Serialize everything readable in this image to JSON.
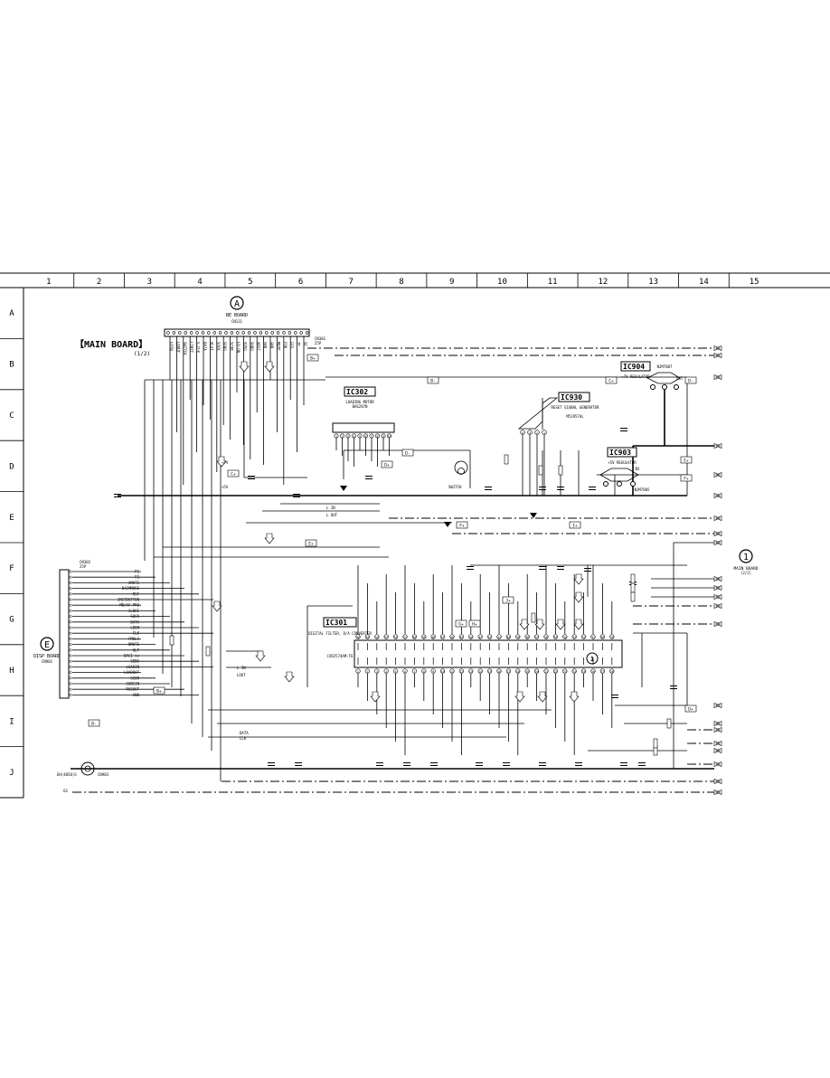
{
  "grid": {
    "columns": [
      "1",
      "2",
      "3",
      "4",
      "5",
      "6",
      "7",
      "8",
      "9",
      "10",
      "11",
      "12",
      "13",
      "14",
      "15"
    ],
    "rows": [
      "A",
      "B",
      "C",
      "D",
      "E",
      "F",
      "G",
      "H",
      "I",
      "J"
    ]
  },
  "board_title": "【MAIN BOARD】",
  "board_page": "(1/2)",
  "ics": [
    {
      "ref": "IC302",
      "function": "LOADING MOTOR",
      "part": "BA6287N"
    },
    {
      "ref": "IC301",
      "function": "DIGITAL FILTER, D/A CONVERTER",
      "part": "CXD2574AM-T6"
    },
    {
      "ref": "IC930",
      "function": "RESET SIGNAL GENERATOR",
      "part": "M51957AL"
    },
    {
      "ref": "IC904",
      "function": "+7V REGULATOR",
      "part": "NJM7807"
    },
    {
      "ref": "IC903",
      "function": "+5V REGULATOR",
      "part": "NJM7805"
    }
  ],
  "connectors": {
    "be": {
      "letter": "A",
      "board": "BE BOARD",
      "conn": "CN131",
      "ref": "CN301",
      "pins": "25P",
      "signals": [
        "LDIN",
        "LDOUT",
        "SWITCH",
        "LIMIT",
        "V-CLK",
        "DATA",
        "XLAT",
        "SQCK",
        "SENS",
        "SCOR",
        "LD-ON",
        "SQSO",
        "SUBQ",
        "XRST",
        "GND",
        "GND",
        "MUTE",
        "FOK",
        "GFS",
        "TE",
        "SE"
      ]
    },
    "disp": {
      "letter": "E",
      "board": "DISP BOARD",
      "conn": "CN901",
      "ref": "CN302",
      "pins": "25P",
      "signals": [
        "P1",
        "P2",
        "AMUTE",
        "DAIMMORE",
        "RST",
        "INITDUTTON",
        "MD/AF PRO",
        "SLDOI",
        "SQCK",
        "DATA",
        "LDON",
        "CLK",
        "FMUL1",
        "DMUTE",
        "XLT",
        "DACI is",
        "SENS",
        "LOADIN",
        "LOADOUT",
        "SCOR",
        "SUBCIN",
        "RUSOUT",
        "GND"
      ]
    }
  },
  "main_board_ref": {
    "marker": "1",
    "label": "MAIN BOARD",
    "page": "(2/2)"
  },
  "references": [
    "B+",
    "B-",
    "D+",
    "D-",
    "C+",
    "E+",
    "F+",
    "I+",
    "J+",
    "G+",
    "H+"
  ],
  "labels": {
    "ground": "GS",
    "ehneur": "EH(4050)S",
    "cn903": "CN903",
    "sig_data": "DATA",
    "sig_clk": "CLK",
    "sig_lin": "L IN",
    "sig_lout": "L OUT",
    "sig_lout2": "LOUT",
    "power_7v": "+7V",
    "power_5v": "+5V",
    "reset_part": "M51957AL",
    "ic930_pins": "4  3  2  1",
    "switch": "SWITCH",
    "reg_in": "IN",
    "reg_out": "OUT"
  }
}
